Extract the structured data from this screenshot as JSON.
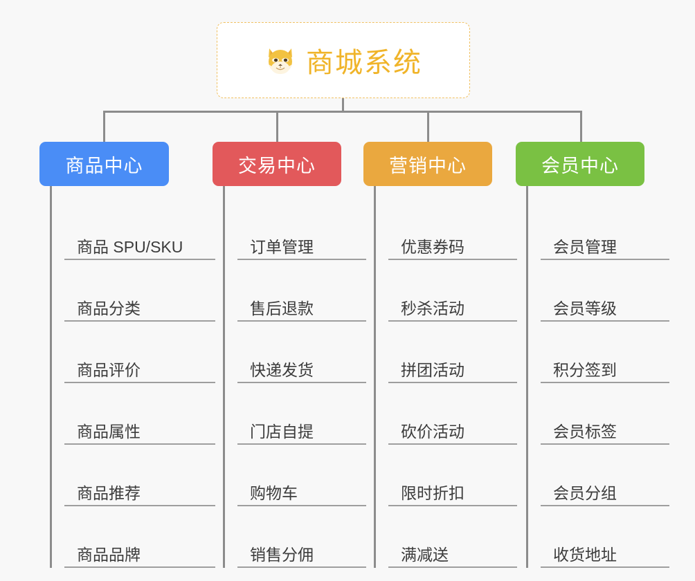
{
  "page": {
    "background": "#f8f8f8",
    "line_color": "#8c8c8c",
    "leaf_text_color": "#3c3c3c"
  },
  "root": {
    "title": "商城系统",
    "icon": "shiba-dog-face-icon",
    "border_color": "#f0c060",
    "text_color": "#f0b429",
    "background": "#ffffff"
  },
  "categories": [
    {
      "label": "商品中心",
      "color": "#4a8df6",
      "items": [
        "商品 SPU/SKU",
        "商品分类",
        "商品评价",
        "商品属性",
        "商品推荐",
        "商品品牌"
      ]
    },
    {
      "label": "交易中心",
      "color": "#e2595b",
      "items": [
        "订单管理",
        "售后退款",
        "快递发货",
        "门店自提",
        "购物车",
        "销售分佣"
      ]
    },
    {
      "label": "营销中心",
      "color": "#eaa83f",
      "items": [
        "优惠券码",
        "秒杀活动",
        "拼团活动",
        "砍价活动",
        "限时折扣",
        "满减送"
      ]
    },
    {
      "label": "会员中心",
      "color": "#7ac143",
      "items": [
        "会员管理",
        "会员等级",
        "积分签到",
        "会员标签",
        "会员分组",
        "收货地址"
      ]
    }
  ]
}
